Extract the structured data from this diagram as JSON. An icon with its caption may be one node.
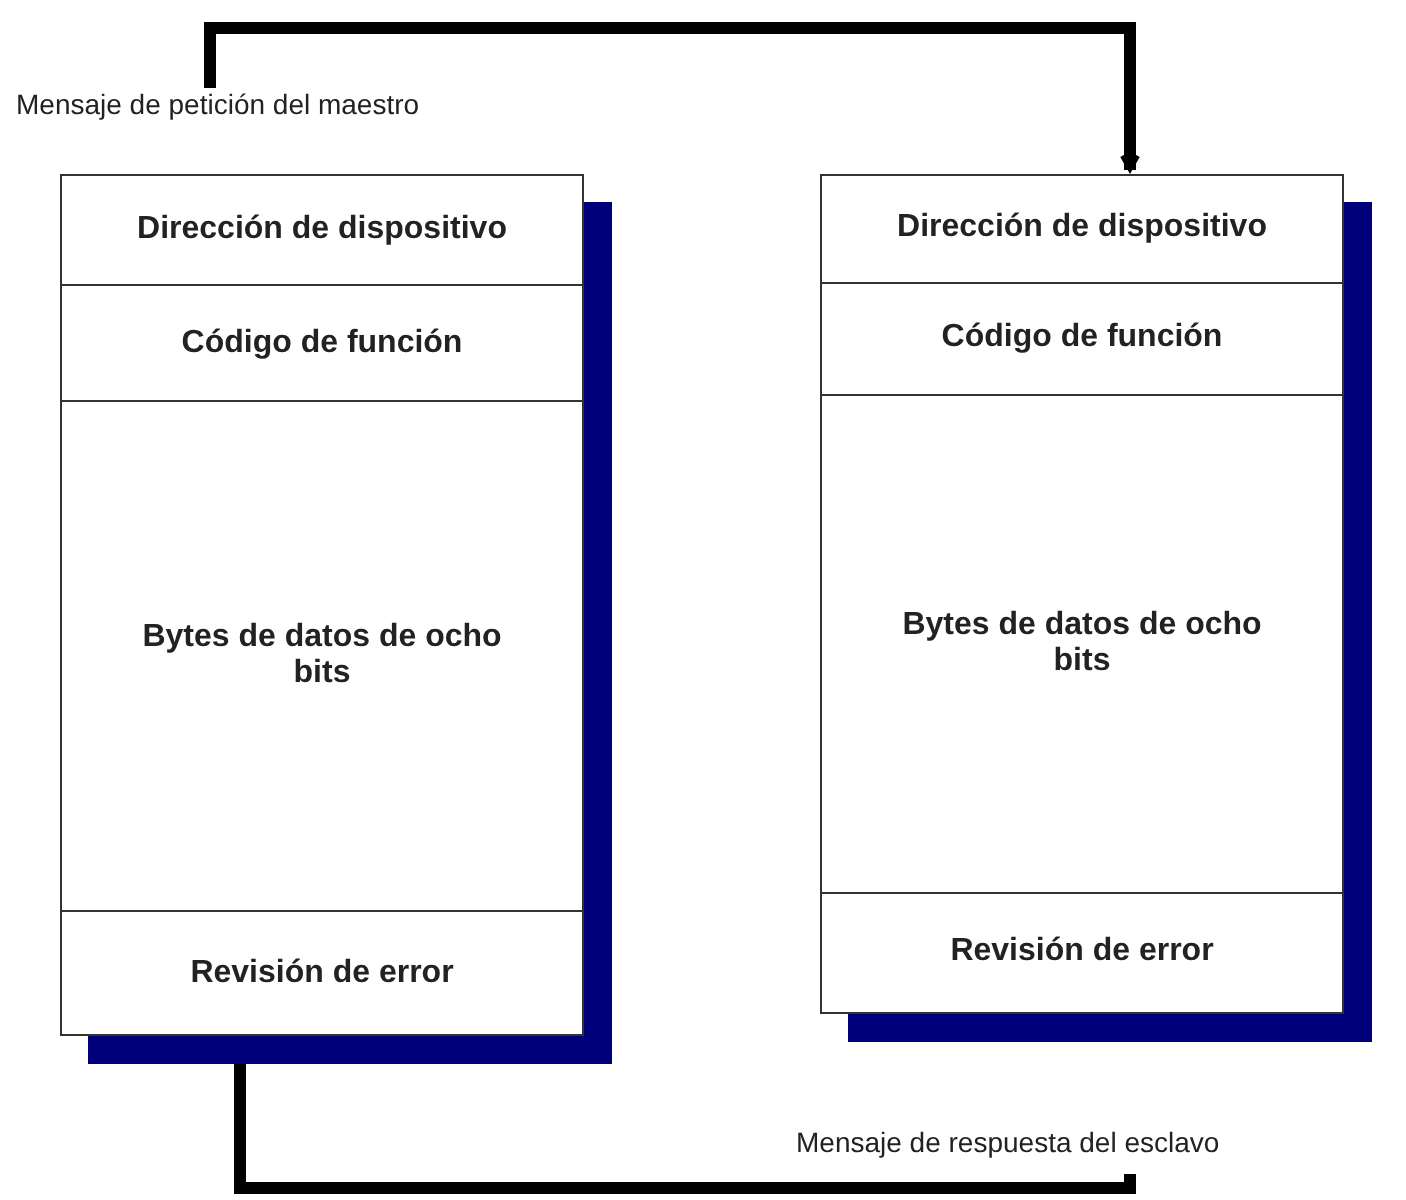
{
  "diagram": {
    "nodes": [
      {
        "text": [
          "Mensaje de petición del maestro"
        ]
      },
      {
        "text": [
          "Dirección de dispositivo"
        ],
        "in": 0
      },
      {
        "text": [
          "Código de función"
        ],
        "in": 0
      },
      {
        "text": [
          "Bytes de datos de ocho bits"
        ],
        "in": 0
      },
      {
        "text": [
          "Revisión de error"
        ],
        "in": 0
      },
      {
        "text": [
          "Mensaje de respuesta del esclavo"
        ]
      },
      {
        "text": [
          "Dirección de dispositivo"
        ],
        "in": 5
      },
      {
        "text": [
          "Código de función"
        ],
        "in": 5
      },
      {
        "text": [
          "Bytes de datos de ocho bits"
        ],
        "in": 5
      },
      {
        "text": [
          "Revisión de error"
        ],
        "in": 5
      }
    ],
    "edges": [
      {
        "from": 0,
        "to": 5,
        "arrow": "to"
      },
      {
        "from": 5,
        "to": 0,
        "arrow": "to"
      }
    ]
  }
}
